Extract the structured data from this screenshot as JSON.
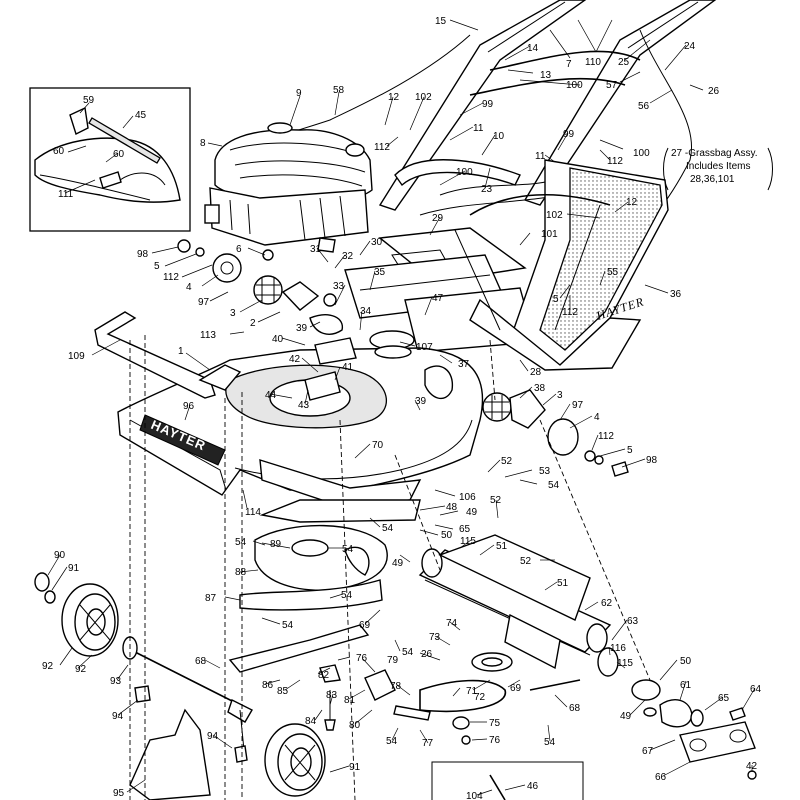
{
  "brand_labels": {
    "deck": "HAYTER",
    "grassbag": "HAYTER"
  },
  "note": {
    "line1": "27 -Grassbag Assy.",
    "line2": "Includes Items",
    "line3": "28,36,101"
  },
  "callouts": {
    "c15": "15",
    "c14": "14",
    "c13": "13",
    "c7": "7",
    "c110": "110",
    "c100a": "100",
    "c25": "25",
    "c24": "24",
    "c57": "57",
    "c56": "56",
    "c26": "26",
    "c59": "59",
    "c45": "45",
    "c60a": "60",
    "c60b": "60",
    "c111": "111",
    "c9": "9",
    "c58": "58",
    "c12a": "12",
    "c102a": "102",
    "c99a": "99",
    "c11a": "11",
    "c10": "10",
    "c8": "8",
    "c112a": "112",
    "c100b": "100",
    "c23": "23",
    "c99b": "99",
    "c11b": "11",
    "c112b": "112",
    "c100c": "100",
    "c12b": "12",
    "c102b": "102",
    "c101": "101",
    "c29": "29",
    "c98a": "98",
    "c5a": "5",
    "c112c": "112",
    "c6": "6",
    "c31": "31",
    "c32": "32",
    "c30": "30",
    "c4a": "4",
    "c35": "35",
    "c55": "55",
    "c5b": "5",
    "c112d": "112",
    "c36": "36",
    "c97a": "97",
    "c3a": "3",
    "c2": "2",
    "c33": "33",
    "c47": "47",
    "c113": "113",
    "c39a": "39",
    "c34": "34",
    "c40": "40",
    "c107": "107",
    "c37": "37",
    "c109": "109",
    "c1": "1",
    "c42": "42",
    "c41": "41",
    "c28": "28",
    "c44": "44",
    "c43": "43",
    "c38": "38",
    "c3b": "3",
    "c97b": "97",
    "c96": "96",
    "c39b": "39",
    "c4b": "4",
    "c112e": "112",
    "c5c": "5",
    "c98b": "98",
    "c70": "70",
    "c52a": "52",
    "c53": "53",
    "c54a": "54",
    "c114": "114",
    "c106": "106",
    "c52b": "52",
    "c48": "48",
    "c49a": "49",
    "c54b": "54",
    "c65a": "65",
    "c50a": "50",
    "c115a": "115",
    "c51a": "51",
    "c54c": "54",
    "c89": "89",
    "c54d": "54",
    "c90": "90",
    "c91a": "91",
    "c88": "88",
    "c49b": "49",
    "c52c": "52",
    "c51b": "51",
    "c87": "87",
    "c54e": "54",
    "c62": "62",
    "c54f": "54",
    "c69a": "69",
    "c74": "74",
    "c73": "73",
    "c63": "63",
    "c92a": "92",
    "c68a": "68",
    "c54g": "54",
    "c76a": "76",
    "c26b": "26",
    "c116": "116",
    "c115b": "115",
    "c79": "79",
    "c82": "82",
    "c50b": "50",
    "c86": "86",
    "c85": "85",
    "c93": "93",
    "c81": "81",
    "c78": "78",
    "c71": "71",
    "c72": "72",
    "c69b": "69",
    "c49c": "49",
    "c61": "61",
    "c64": "64",
    "c65b": "65",
    "c83": "83",
    "c94a": "94",
    "c68b": "68",
    "c84": "84",
    "c92b": "92",
    "c80": "80",
    "c75": "75",
    "c67": "67",
    "c94b": "94",
    "c54h": "54",
    "c77": "77",
    "c76b": "76",
    "c54i": "54",
    "c42b": "42",
    "c66": "66",
    "c91b": "91",
    "c95": "95",
    "c46": "46",
    "c104": "104"
  }
}
